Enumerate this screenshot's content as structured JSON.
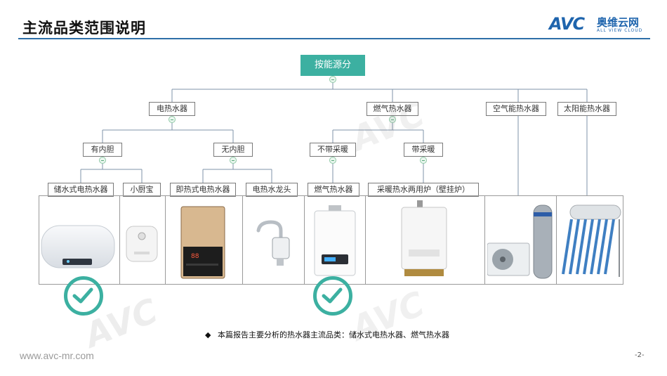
{
  "header": {
    "title": "主流品类范围说明",
    "logo_avc": "AVC",
    "logo_cn": "奥维云网",
    "logo_en": "ALL VIEW CLOUD"
  },
  "tree": {
    "root": "按能源分",
    "level1": [
      "电热水器",
      "燃气热水器",
      "空气能热水器",
      "太阳能热水器"
    ],
    "level2": [
      "有内胆",
      "无内胆",
      "不带采暖",
      "带采暖"
    ],
    "level3": [
      "储水式电热水器",
      "小厨宝",
      "即热式电热水器",
      "电热水龙头",
      "燃气热水器",
      "采暖热水两用炉（壁挂炉）"
    ]
  },
  "images": [
    "storage-electric-water-heater",
    "small-kitchen-water-heater",
    "instant-electric-water-heater",
    "electric-faucet-heater",
    "gas-water-heater",
    "wall-hung-boiler",
    "air-source-heat-pump",
    "solar-water-heater"
  ],
  "selected": [
    "储水式电热水器",
    "燃气热水器"
  ],
  "note": {
    "bullet": "◆",
    "text": "本篇报告主要分析的热水器主流品类：储水式电热水器、燃气热水器"
  },
  "footer": {
    "url": "www.avc-mr.com",
    "page": "-2-"
  },
  "colors": {
    "accent": "#3cb0a1",
    "brand": "#1e64ad",
    "rule": "#2e6fa8"
  }
}
